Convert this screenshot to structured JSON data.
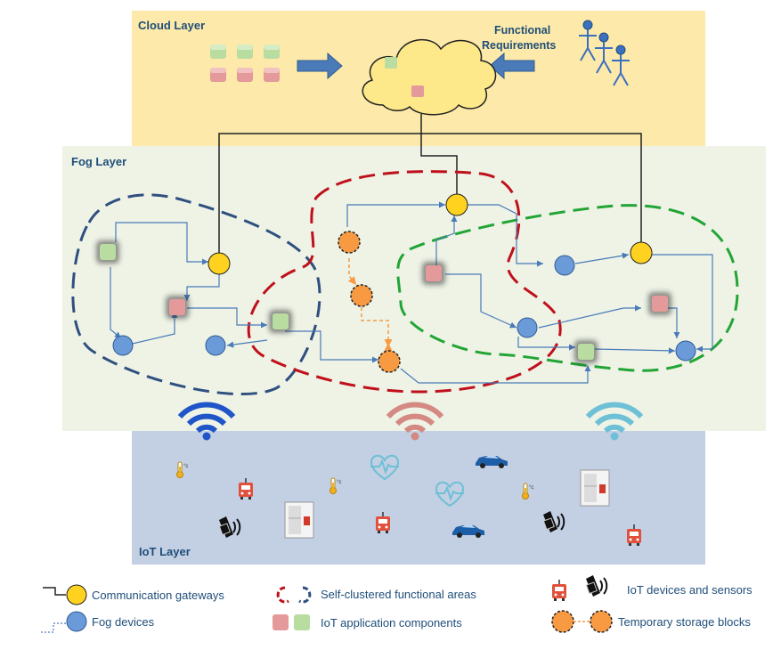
{
  "layers": {
    "cloud": "Cloud Layer",
    "fog": "Fog Layer",
    "iot": "IoT Layer"
  },
  "cloud": {
    "req_line1": "Functional",
    "req_line2": "Requirements"
  },
  "legend": {
    "gateways": "Communication gateways",
    "fog_devices": "Fog devices",
    "clusters": "Self-clustered functional areas",
    "components": "IoT application components",
    "iot_devices": "IoT devices and sensors",
    "storage": "Temporary storage blocks"
  },
  "colors": {
    "cloud_bg": "#fde9a9",
    "fog_bg": "#eef3e6",
    "iot_bg": "#c3cfe2",
    "title_blue": "#1f4e79",
    "gateway": "#ffd21f",
    "fog_device": "#6b9ad9",
    "storage": "#f79a42",
    "cluster_blue": "#2f4f7f",
    "cluster_red": "#c0101b",
    "cluster_green": "#22a535",
    "link": "#4a7ab8"
  },
  "icons": [
    "thermometer-icon",
    "bus-icon",
    "heartbeat-icon",
    "car-icon",
    "refrigerator-icon",
    "smartwatch-icon",
    "wifi-icon",
    "user-icon",
    "cube-icon"
  ]
}
